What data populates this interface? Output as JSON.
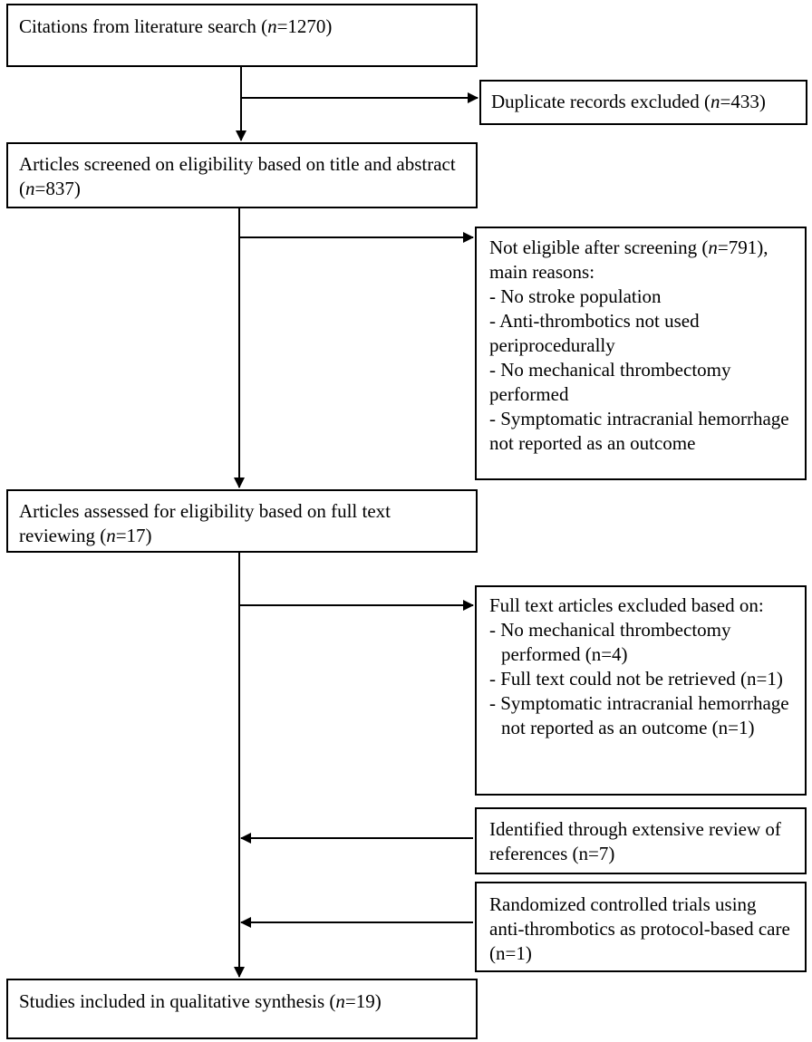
{
  "boxes": {
    "citations": {
      "label": "Citations from literature search (",
      "var": "n",
      "value": "=1270)"
    },
    "duplicates": {
      "label": "Duplicate records excluded (",
      "var": "n",
      "value": "=433)"
    },
    "screened": {
      "label": "Articles screened on eligibility based on title and abstract (",
      "var": "n",
      "value": "=837)"
    },
    "not_eligible": {
      "head_pre": "Not eligible after screening (",
      "var": "n",
      "head_post": "=791), main reasons:",
      "reasons": [
        "- No stroke population",
        "- Anti-thrombotics not used periprocedurally",
        "- No mechanical thrombectomy performed",
        "- Symptomatic intracranial hemorrhage not reported as an outcome"
      ]
    },
    "assessed": {
      "label": "Articles assessed for eligibility based on full text reviewing (",
      "var": "n",
      "value": "=17)"
    },
    "fulltext_excluded": {
      "head": "Full text articles excluded based on:",
      "reasons": [
        "- No mechanical thrombectomy performed (n=4)",
        "- Full text could not be retrieved (n=1)",
        "- Symptomatic intracranial hemorrhage not reported as an outcome (n=1)"
      ]
    },
    "references": {
      "label": "Identified through extensive review of references (n=7)"
    },
    "rct": {
      "label": "Randomized controlled trials using anti-thrombotics as protocol-based care (n=1)"
    },
    "included": {
      "label": "Studies included in qualitative synthesis (",
      "var": "n",
      "value": "=19)"
    }
  }
}
